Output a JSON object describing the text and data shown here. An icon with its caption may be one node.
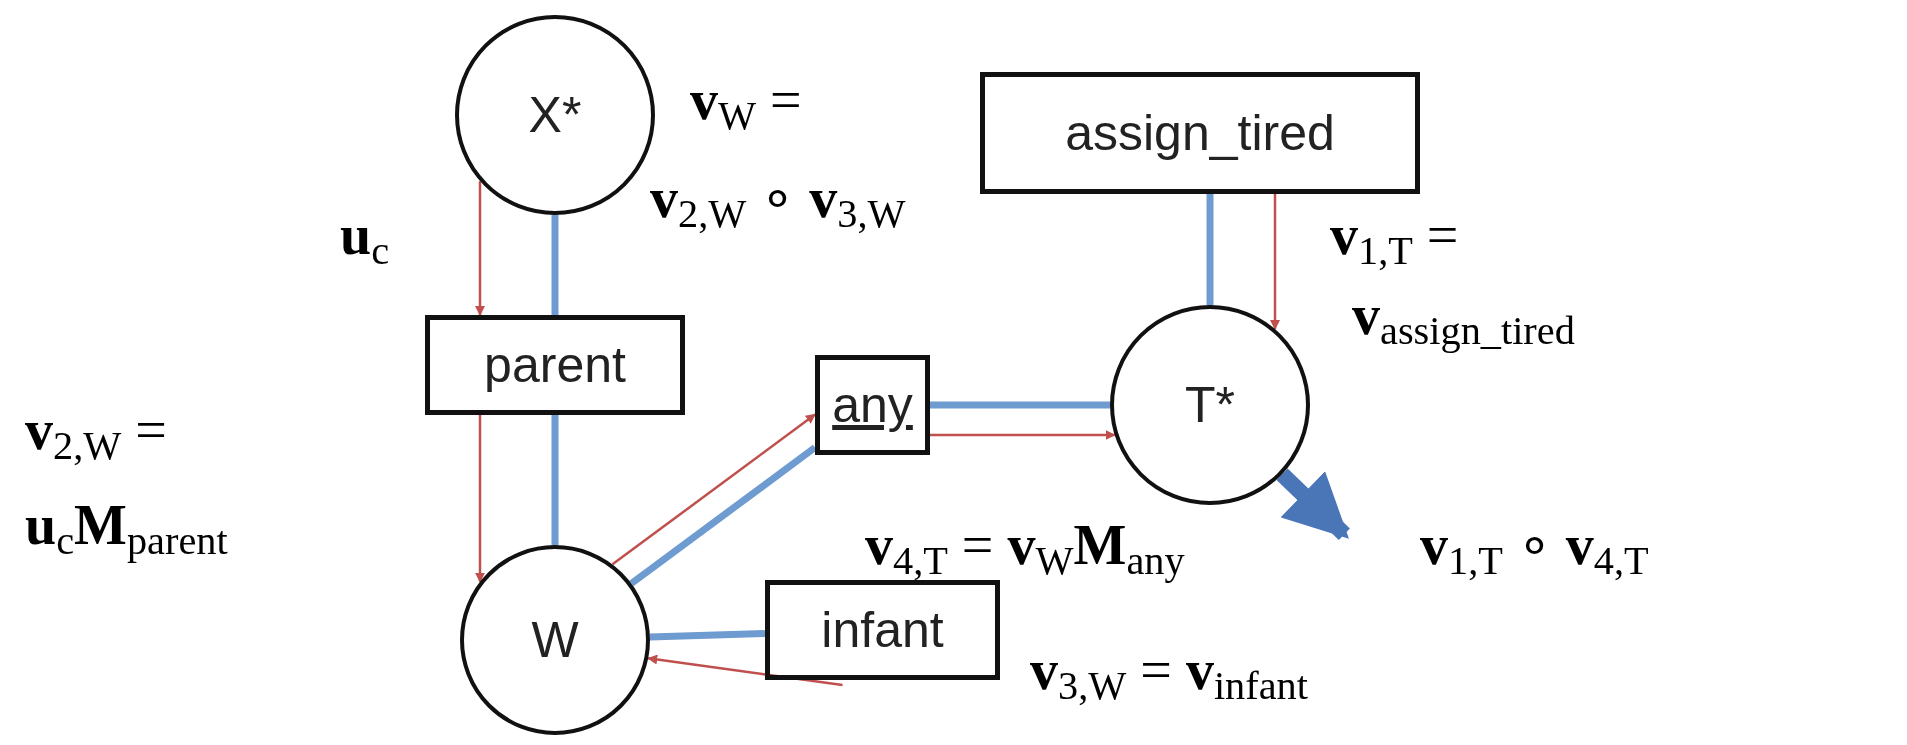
{
  "diagram": {
    "nodes": [
      {
        "text": [
          "X*"
        ]
      },
      {
        "text": [
          "assign_tired"
        ]
      },
      {
        "text": [
          "parent"
        ]
      },
      {
        "text": [
          "any"
        ]
      },
      {
        "text": [
          "T*"
        ]
      },
      {
        "text": [
          "W"
        ]
      },
      {
        "text": [
          "infant"
        ]
      },
      {
        "text": [
          "**v**$_{1,T}$ ∘ **v**$_{4,T}$"
        ]
      }
    ],
    "edges": [
      {
        "from": 0,
        "to": 2,
        "arrow": "none",
        "color": "#6e9bd0"
      },
      {
        "from": 2,
        "to": 5,
        "arrow": "none",
        "color": "#6e9bd0"
      },
      {
        "from": 5,
        "to": 3,
        "arrow": "none",
        "color": "#6e9bd0"
      },
      {
        "from": 5,
        "to": 6,
        "arrow": "none",
        "color": "#6e9bd0"
      },
      {
        "from": 3,
        "to": 4,
        "arrow": "none",
        "color": "#6e9bd0"
      },
      {
        "from": 1,
        "to": 4,
        "arrow": "none",
        "color": "#6e9bd0"
      },
      {
        "from": 0,
        "to": 2,
        "arrow": "to",
        "color": "#c0504d"
      },
      {
        "from": 2,
        "to": 5,
        "arrow": "to",
        "color": "#c0504d"
      },
      {
        "from": 5,
        "to": 3,
        "arrow": "to",
        "color": "#c0504d"
      },
      {
        "from": 3,
        "to": 4,
        "arrow": "to",
        "color": "#c0504d"
      },
      {
        "from": 1,
        "to": 4,
        "arrow": "to",
        "color": "#c0504d"
      },
      {
        "from": 6,
        "to": 5,
        "arrow": "to",
        "color": "#c0504d"
      },
      {
        "from": 4,
        "to": 7,
        "arrow": "to",
        "style": "thick",
        "color": "#4a76b8"
      }
    ],
    "labels": [
      "**v**$_{W}$ =",
      "**u**$_{c}$",
      "**v**$_{2,W}$ ∘ **v**$_{3,W}$",
      "**v**$_{1,T}$ =",
      "**v**$_{assign_tired}$",
      "**v**$_{2,W}$ =",
      "**u**$_{c}$**M**$_{parent}$",
      "**v**$_{4,T}$ = **v**$_{W}$**M**$_{any}$",
      "**v**$_{3,W}$ = **v**$_{infant}$"
    ]
  }
}
